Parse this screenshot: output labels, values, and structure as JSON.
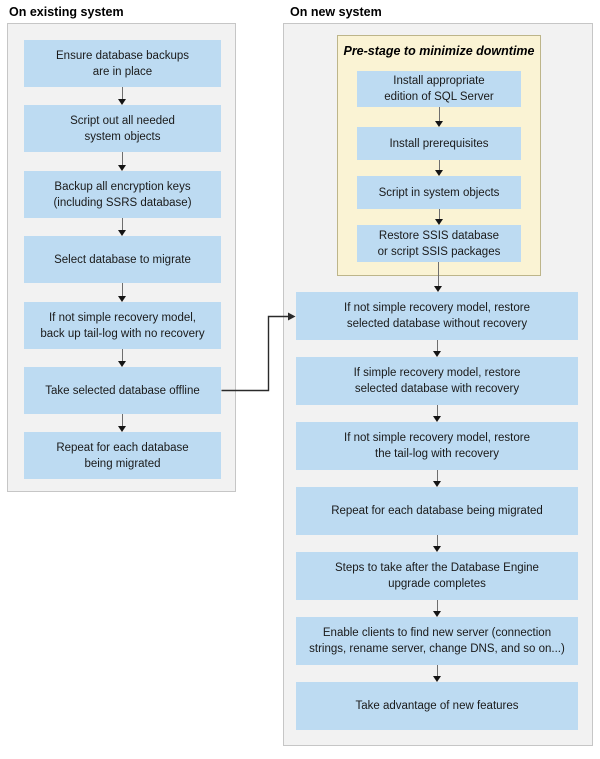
{
  "colors": {
    "box_blue": "#bddbf2",
    "panel_bg": "#f2f2f2",
    "panel_border": "#c6c6c6",
    "prestage_bg": "#faf3d4",
    "prestage_border": "#bdb58a",
    "text": "#1a1a1a",
    "arrow_stem": "#6e6e6e",
    "arrow_head": "#141414",
    "connector": "#2a2a2a",
    "page_bg": "#ffffff"
  },
  "existing_system": {
    "title": "On existing system",
    "steps": [
      "Ensure database backups\nare in place",
      "Script out all needed\nsystem objects",
      "Backup all encryption keys\n(including SSRS database)",
      "Select database to migrate",
      "If not simple recovery model,\nback up tail-log with no recovery",
      "Take selected database offline",
      "Repeat for each database\nbeing migrated"
    ]
  },
  "new_system": {
    "title": "On new system",
    "prestage": {
      "title": "Pre-stage to minimize downtime",
      "steps": [
        "Install appropriate\nedition of SQL Server",
        "Install prerequisites",
        "Script in system objects",
        "Restore SSIS database\nor script SSIS packages"
      ]
    },
    "steps": [
      "If not simple recovery model, restore\nselected database without recovery",
      "If simple recovery model, restore\nselected database with recovery",
      "If not simple recovery model, restore\nthe tail-log with recovery",
      "Repeat for each database being migrated",
      "Steps to take after the Database Engine\nupgrade completes",
      "Enable clients to find new server (connection\nstrings, rename server, change DNS, and so on...)",
      "Take advantage of new features"
    ]
  }
}
